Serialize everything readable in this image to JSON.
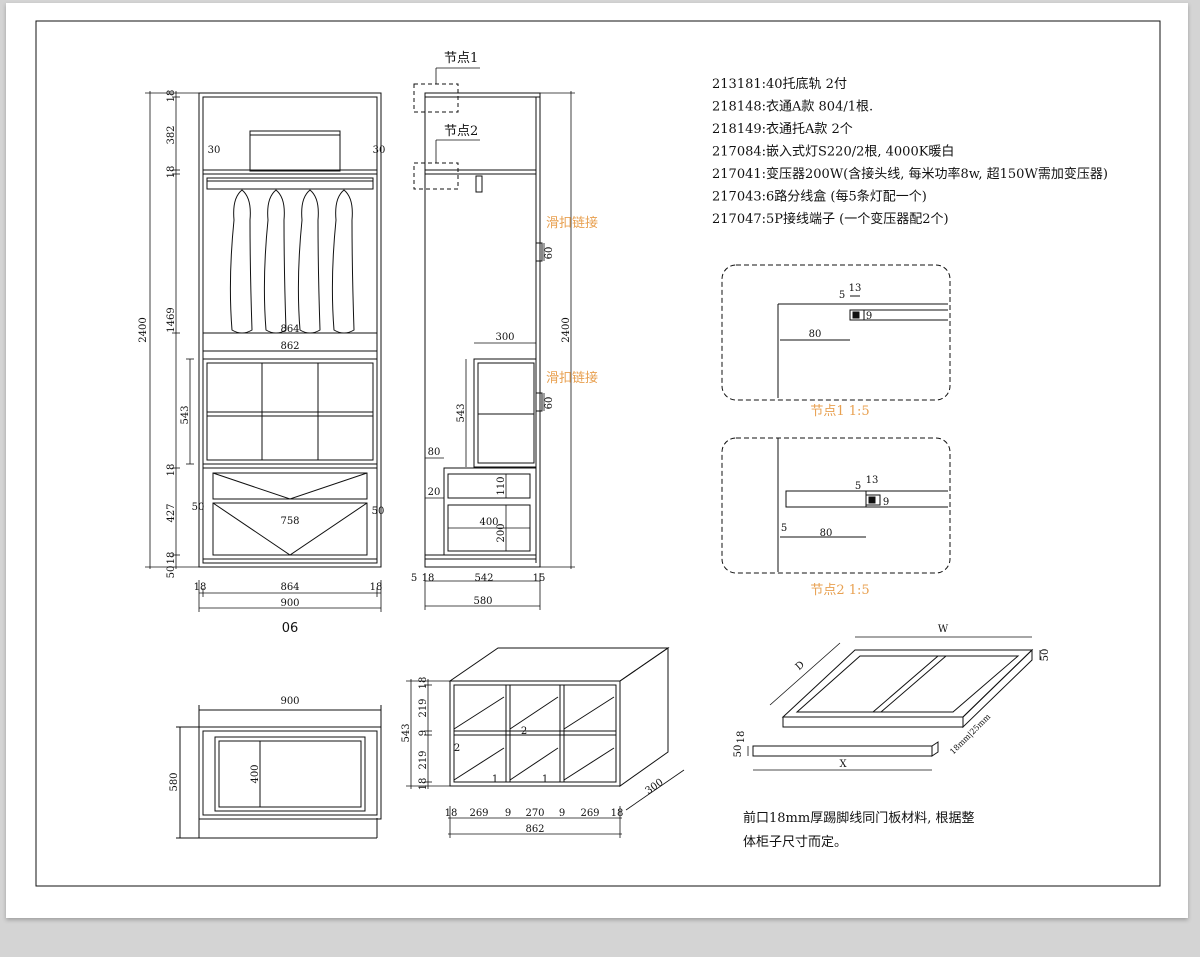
{
  "view_titles": {
    "node1": "节点1",
    "node2": "节点2",
    "front_view_number": "06",
    "node1_detail": "节点1 1:5",
    "node2_detail": "节点2 1:5"
  },
  "hardware_notes": [
    {
      "text": "213181:40托底轨 2付",
      "color": "#111111"
    },
    {
      "text": "218148:衣通A款 804/1根.",
      "color": "#111111"
    },
    {
      "text": "218149:衣通托A款 2个",
      "color": "#111111"
    },
    {
      "text": "217084:嵌入式灯S220/2根, 4000K暖白",
      "color": "#e8a050"
    },
    {
      "text": "217041:变压器200W(含接头线, 每米功率8w, 超150W需加变压器)",
      "color": "#e8a050"
    },
    {
      "text": "217043:6路分线盒 (每5条灯配一个)",
      "color": "#e8a050"
    },
    {
      "text": "217047:5P接线端子 (一个变压器配2个)",
      "color": "#e8a050"
    }
  ],
  "hinge_label": "滑扣链接",
  "baseboard_note": [
    "前口18mm厚踢脚线同门板材料, 根据整",
    "体柜子尺寸而定。"
  ],
  "front_dims": {
    "total_height": "2400",
    "top_18": "18",
    "box_382": "382",
    "mid_18": "18",
    "hang_1469": "1469",
    "grid_543": "543",
    "low_18": "18",
    "drawer_427": "427",
    "base_50": "50",
    "base_18": "18",
    "w18a": "18",
    "w864": "864",
    "w18b": "18",
    "w900": "900",
    "rail_30a": "30",
    "rail_30b": "30",
    "w864_inner": "864",
    "w862": "862",
    "drawer_50a": "50",
    "drawer_50b": "50",
    "drawer_758": "758"
  },
  "side_dims": {
    "h2400": "2400",
    "d300": "300",
    "h543": "543",
    "d80": "80",
    "d20": "20",
    "h110": "110",
    "d400": "400",
    "h200": "200",
    "b5": "5",
    "b18": "18",
    "d542": "542",
    "b15": "15",
    "d580": "580",
    "hinge_60a": "60",
    "hinge_60b": "60"
  },
  "node1_dims": {
    "n5": "5",
    "n13": "13",
    "n80": "80",
    "n9": "9"
  },
  "node2_dims": {
    "n5": "5",
    "n13": "13",
    "n80": "80",
    "n5b": "5",
    "n9": "9"
  },
  "plan_dims": {
    "w900": "900",
    "d580": "580",
    "i400": "400"
  },
  "grid_dims": {
    "h18a": "18",
    "h219a": "219",
    "h9": "9",
    "h219b": "219",
    "h18b": "18",
    "h543": "543",
    "w18a": "18",
    "w269a": "269",
    "w9a": "9",
    "w270": "270",
    "w9b": "9",
    "w269b": "269",
    "w18b": "18",
    "w862": "862",
    "d300": "300",
    "c2a": "2",
    "c2b": "2",
    "c1a": "1",
    "c1b": "1"
  },
  "frame_dims": {
    "W": "W",
    "D": "D",
    "h50": "50",
    "t18mm": "18mm|25mm",
    "X": "X",
    "k50": "50",
    "k18": "18"
  }
}
